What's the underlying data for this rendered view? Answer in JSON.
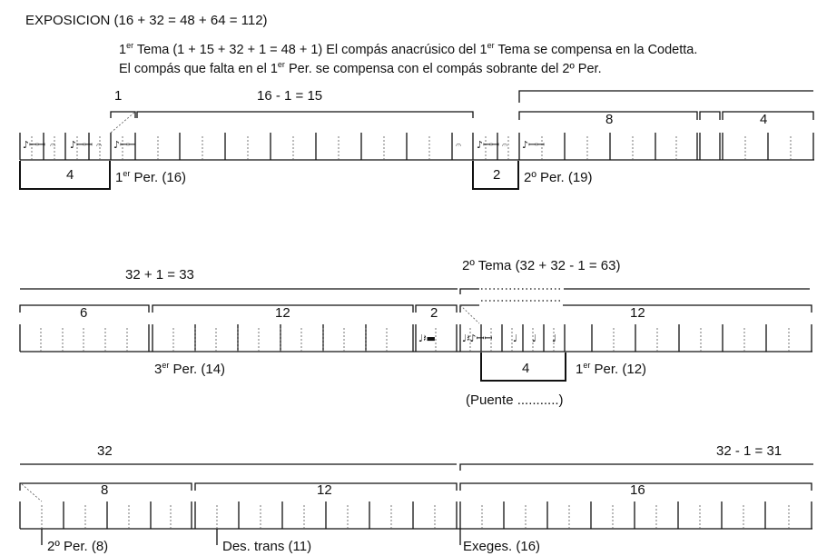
{
  "title": "EXPOSICION (16 + 32 = 48 + 64 = 112)",
  "intro": {
    "line1": {
      "a": "1",
      "b": "er",
      "c": " Tema (1 + 15 + 32 + 1 = 48 + 1) El compás anacrúsico del 1",
      "d": "er",
      "e": " Tema se compensa en la Codetta."
    },
    "line2": {
      "a": "El compás que falta en el 1",
      "b": "er",
      "c": " Per. se compensa con el compás sobrante del 2º Per."
    }
  },
  "system1": {
    "upper_left": "1",
    "upper_mid": "16 - 1 = 15",
    "upper_r1": "8",
    "upper_r2": "4",
    "box_left": "4",
    "box_mid": "2",
    "per1": {
      "a": "1",
      "b": "er",
      "c": " Per. (16)"
    },
    "per2": "2º Per. (19)"
  },
  "system2": {
    "top_left": "32 + 1 = 33",
    "top_right": "2º Tema (32 + 32 - 1 = 63)",
    "g1": "6",
    "g2": "12",
    "g3": "2",
    "g4": "12",
    "box": "4",
    "per3": {
      "a": "3",
      "b": "er",
      "c": " Per. (14)"
    },
    "per1b": {
      "a": "1",
      "b": "er",
      "c": " Per. (12)"
    },
    "puente": "(Puente ...........)"
  },
  "system3": {
    "top_left": "32",
    "top_right": "32 - 1 = 31",
    "g1": "8",
    "g2": "12",
    "g3": "16",
    "per2": "2º Per. (8)",
    "destrans": "Des. trans (11)",
    "exeges": "Exeges. (16)"
  }
}
